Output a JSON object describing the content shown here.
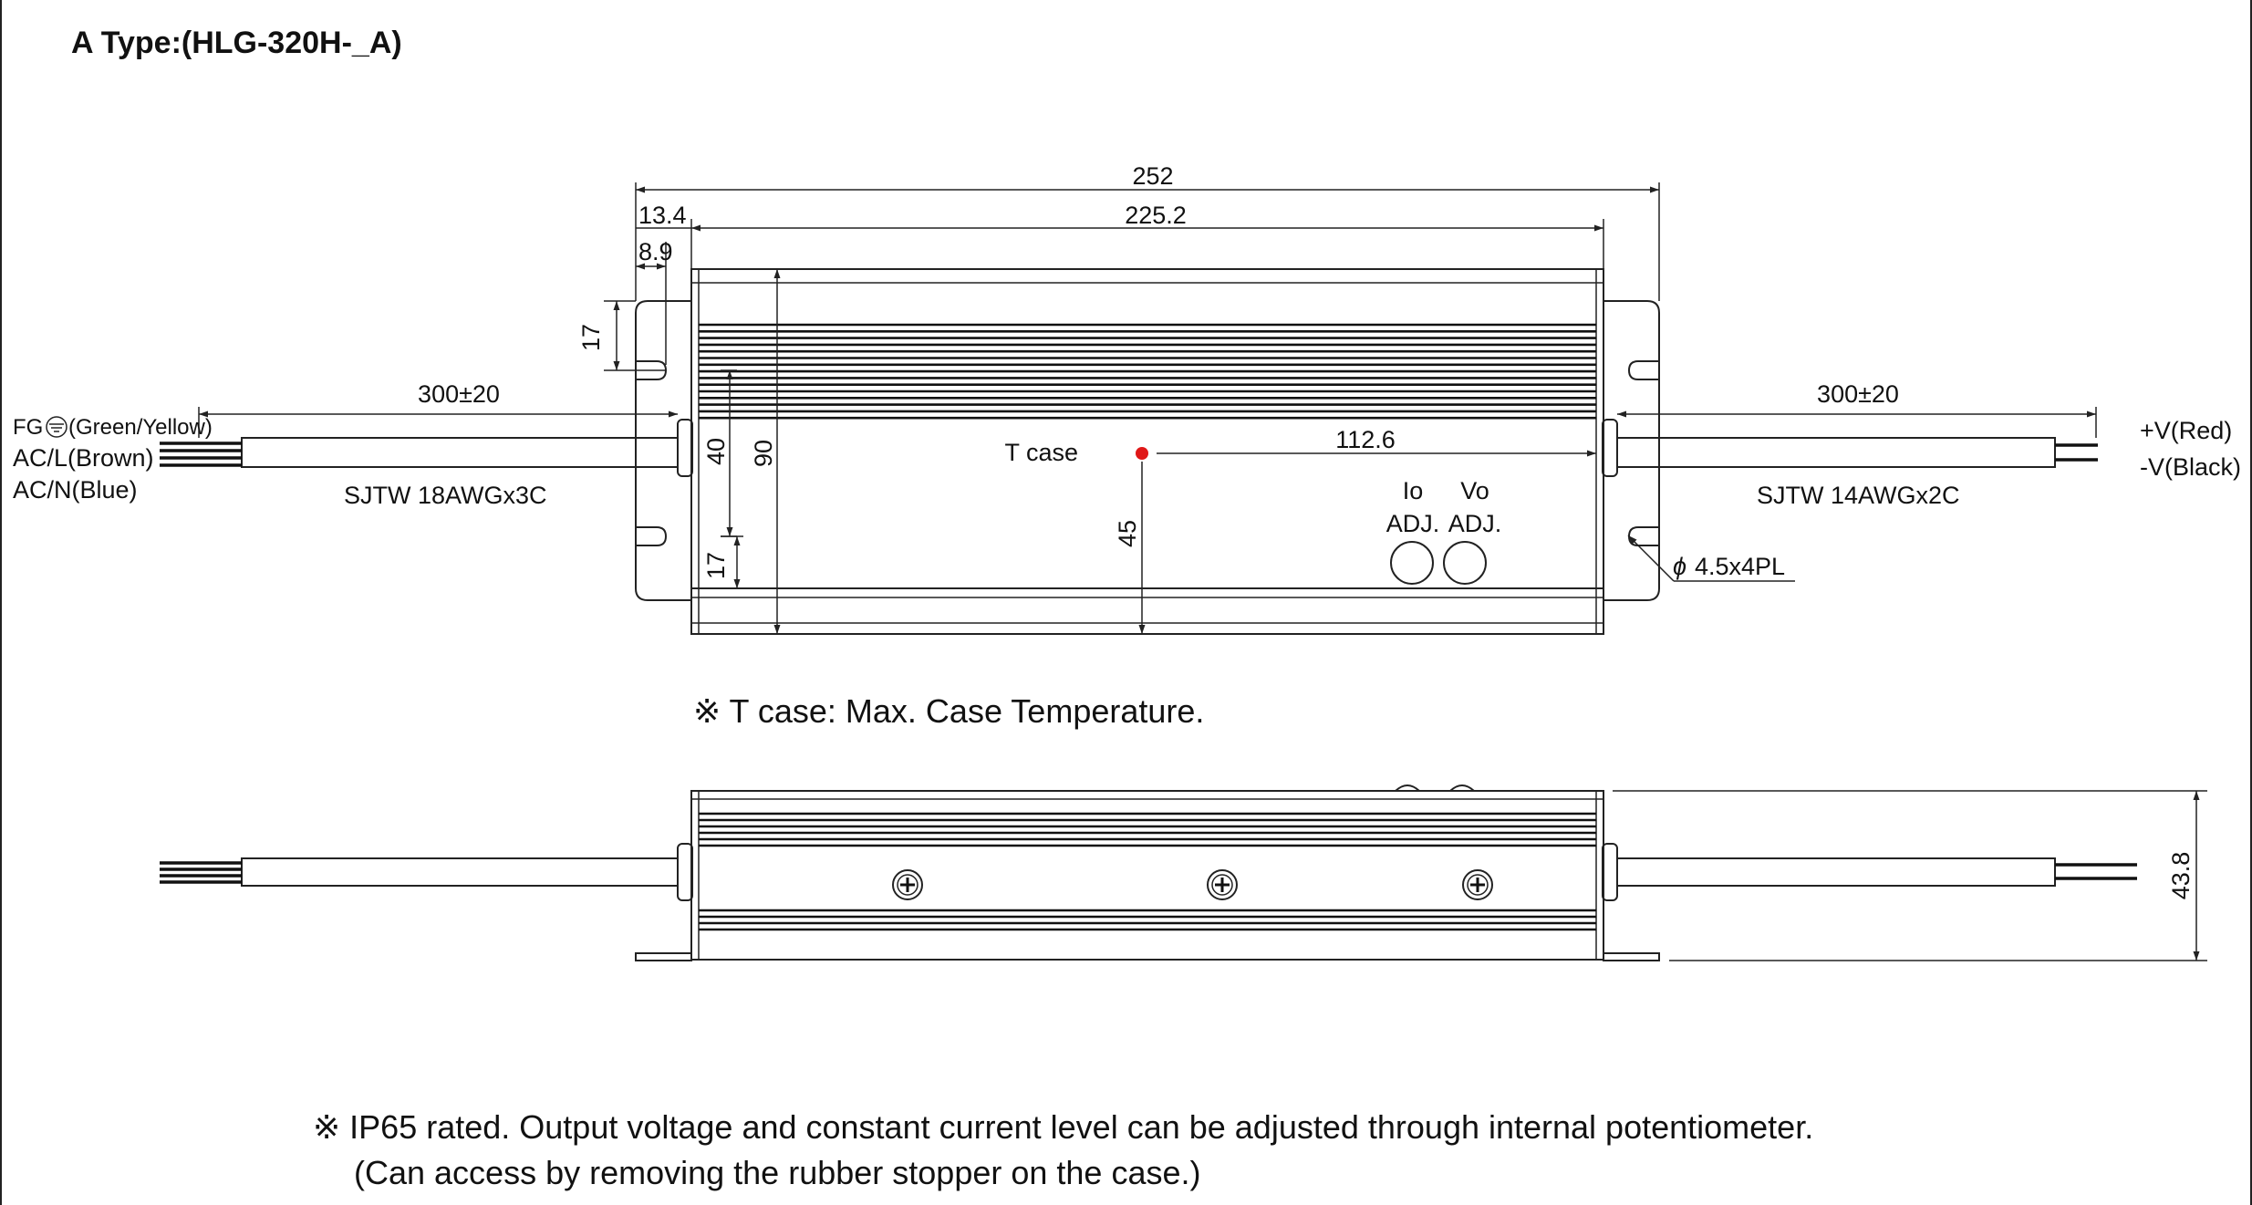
{
  "title": "A Type:(HLG-320H-_A)",
  "dimensions": {
    "overall_length": "252",
    "case_length": "225.2",
    "flange_offset": "13.4",
    "hole_offset": "8.9",
    "hole_spacing_top": "17",
    "hole_spacing_bottom": "17",
    "mount_height": "40",
    "case_width": "90",
    "tcase_x": "112.6",
    "tcase_y": "45",
    "height": "43.8",
    "hole_spec": "4.5x4PL",
    "hole_symbol": "ϕ"
  },
  "input_cable": {
    "length": "300±20",
    "type": "SJTW 18AWGx3C",
    "fg_prefix": "FG",
    "fg_color": "(Green/Yellow)",
    "line": "AC/L(Brown)",
    "neutral": "AC/N(Blue)"
  },
  "output_cable": {
    "length": "300±20",
    "type": "SJTW 14AWGx2C",
    "positive": "+V(Red)",
    "negative": "-V(Black)"
  },
  "labels": {
    "tcase": "T case",
    "io": "Io",
    "vo": "Vo",
    "adj_io": "ADJ.",
    "adj_vo": "ADJ."
  },
  "notes": {
    "tcase_note": "※ T case: Max. Case Temperature.",
    "ip_note_1": "※ IP65 rated. Output voltage and constant current level can be adjusted through internal potentiometer.",
    "ip_note_2": "(Can access by removing the rubber stopper on the case.)"
  },
  "colors": {
    "line": "#222222",
    "tcase_dot": "#e01818"
  }
}
